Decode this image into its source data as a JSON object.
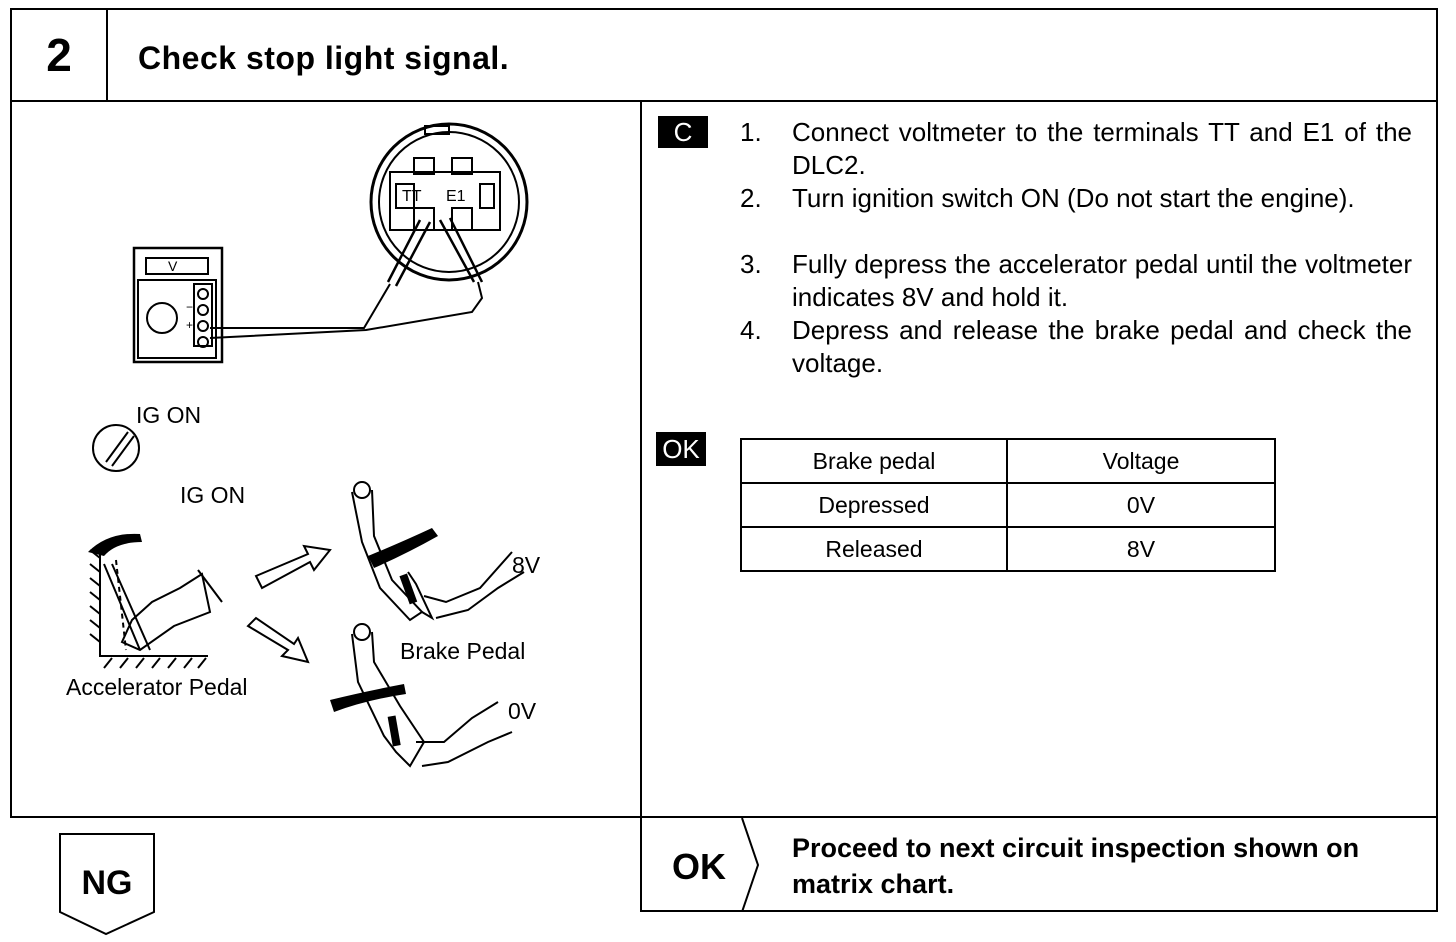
{
  "header": {
    "step_number": "2",
    "title": "Check stop light signal."
  },
  "tags": {
    "condition": "C",
    "ok": "OK"
  },
  "steps": [
    {
      "num": "1.",
      "text": "Connect voltmeter to the terminals TT and E1 of the DLC2."
    },
    {
      "num": "2.",
      "text": "Turn ignition switch ON (Do not start the engine)."
    },
    {
      "num": "3.",
      "text": "Fully depress the accelerator pedal until the voltmeter indicates 8V and hold it."
    },
    {
      "num": "4.",
      "text": "Depress and release the brake pedal and check the voltage."
    }
  ],
  "table": {
    "headers": [
      "Brake pedal",
      "Voltage"
    ],
    "rows": [
      [
        "Depressed",
        "0V"
      ],
      [
        "Released",
        "8V"
      ]
    ]
  },
  "result_ok": {
    "label": "OK",
    "text": "Proceed to next circuit inspection shown on matrix chart."
  },
  "result_ng": {
    "label": "NG"
  },
  "illustration": {
    "meter_label": "V",
    "terminal_tt": "TT",
    "terminal_e1": "E1",
    "minus": "−",
    "plus": "+",
    "ig_on_1": "IG ON",
    "ig_on_2": "IG ON",
    "accelerator_label": "Accelerator Pedal",
    "brake_label": "Brake Pedal",
    "v8": "8V",
    "v0": "0V"
  }
}
